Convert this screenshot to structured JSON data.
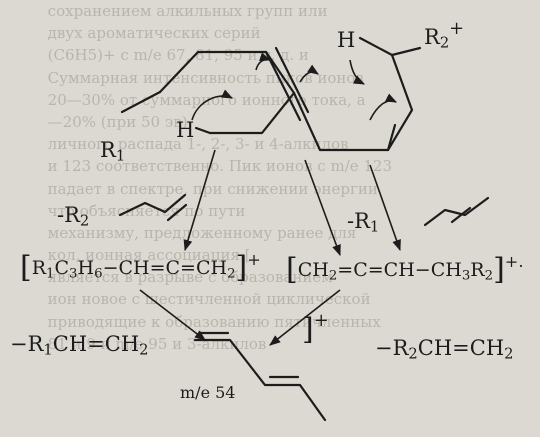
{
  "background_text": [
    "          сохранением алкильных групп или",
    "          двух ароматических серий",
    "          (C6H5)+ с m/e 67, 81, 95 и т. д. и",
    "          Суммарная интенсивность пиков ионов",
    "          20—30% от суммарного ионного тока, а",
    "          —20% (при 50 эв).",
    "          личного распада 1-, 2-, 3- и 4-алкилов",
    "          и 123 соответственно. Пик ионов с m/e 123",
    "          падает в спектре, при снижении энергии",
    "          что объясняется по пути",
    "          механизму, предложенному ранее для",
    "          кол, ионная ассоциация [",
    "          является в разрыве с образованием",
    "          ион новое с шестичленной циклической",
    "          приводящие к образованию пятичленных",
    "          81 и 9 и m/e 95 и 3-алкилов"
  ],
  "labels": {
    "r2_top": "R",
    "r2_top_sub": "2",
    "r2_top_charge": "+",
    "h_top_right": "H",
    "r1_left": "R",
    "r1_left_sub": "1",
    "h_left": "H",
    "minus_r2_pre": "-R",
    "minus_r2_sub": "2",
    "minus_r1_pre": "-R",
    "minus_r1_sub": "1",
    "ion_left": {
      "open": "[",
      "r": "R",
      "r_sub": "1",
      "c": "C",
      "c_sub": "3",
      "h": "H",
      "h_sub": "6",
      "tail": "−CH=C=CH",
      "tail_sub": "2",
      "close": "]",
      "charge": "+"
    },
    "ion_right": {
      "open": "[",
      "head": "CH",
      "head_sub": "2",
      "mid": "=C=CH−CH",
      "mid_sub": "3",
      "r": "R",
      "r_sub": "2",
      "close": "]",
      "charge": "+",
      "dot": "."
    },
    "loss_left": {
      "pre": "−R",
      "sub": "1",
      "post": "CH=CH",
      "post_sub": "2"
    },
    "loss_right": {
      "pre": "−R",
      "sub": "2",
      "post": "CH=CH",
      "post_sub": "2"
    },
    "bracket_small": "]",
    "bracket_small_charge": "+",
    "product": "m/e  54"
  }
}
